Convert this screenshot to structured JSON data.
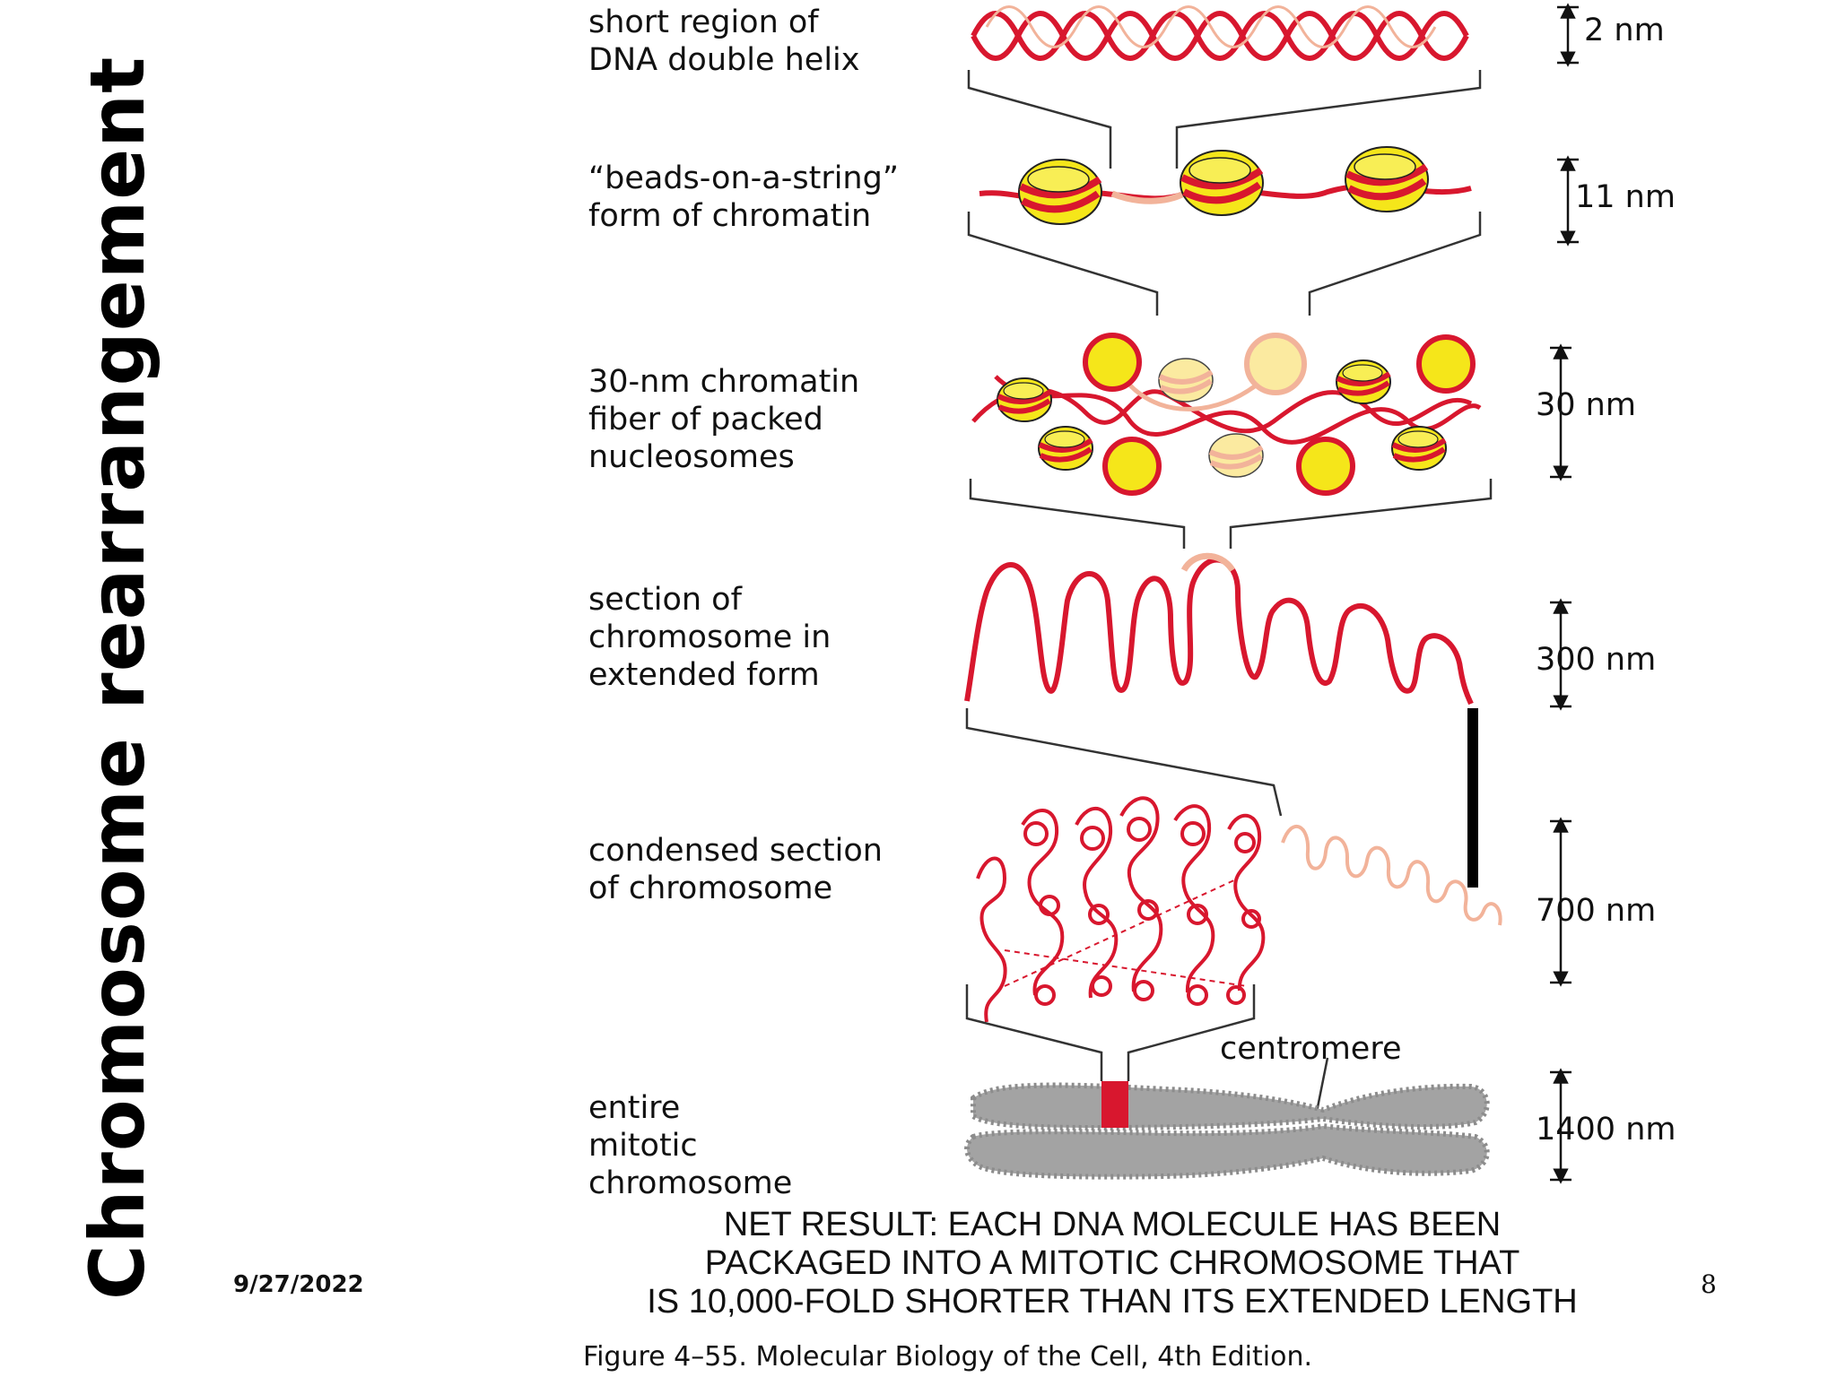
{
  "slide": {
    "title": "Chromosome rearrangement",
    "date": "9/27/2022",
    "page_number": "8"
  },
  "levels": [
    {
      "label": "short region of\nDNA double helix",
      "size": "2 nm"
    },
    {
      "label": "“beads-on-a-string”\nform of chromatin",
      "size": "11 nm"
    },
    {
      "label": "30-nm chromatin\nfiber of packed\nnucleosomes",
      "size": "30 nm"
    },
    {
      "label": "section of\nchromosome in\nextended form",
      "size": "300 nm"
    },
    {
      "label": "condensed section\nof chromosome",
      "size": "700 nm"
    },
    {
      "label": "entire\nmitotic\nchromosome",
      "size": "1400 nm"
    }
  ],
  "centromere_label": "centromere",
  "net_result": "NET RESULT: EACH DNA MOLECULE HAS BEEN\nPACKAGED INTO A MITOTIC CHROMOSOME THAT\nIS 10,000-FOLD SHORTER THAN ITS EXTENDED LENGTH",
  "caption": "Figure 4–55. Molecular Biology of the Cell, 4th Edition.",
  "colors": {
    "dna_red": "#d8172e",
    "nucleosome_yellow": "#f5e61a",
    "pale_nucleosome": "#fbeaa0",
    "linker_pink": "#f2b39a",
    "chromosome_grey": "#a3a3a3"
  }
}
